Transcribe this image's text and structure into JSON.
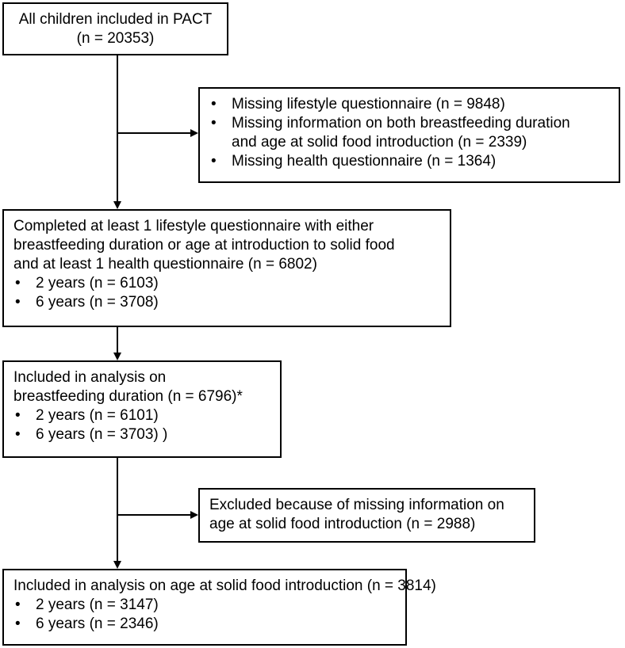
{
  "flowchart": {
    "box_all": {
      "line1": "All children included in PACT",
      "line2": "(n = 20353)"
    },
    "box_excluded_1": {
      "bullets": [
        "Missing lifestyle questionnaire (n = 9848)",
        "Missing information on both breastfeeding duration",
        "and age at solid food introduction (n = 2339)",
        "Missing health questionnaire (n = 1364)"
      ]
    },
    "box_completed": {
      "lines": [
        "Completed at least 1 lifestyle questionnaire with either",
        "breastfeeding duration or age at introduction to solid food",
        "and at least 1 health questionnaire (n = 6802)"
      ],
      "bullets": [
        "2 years (n = 6103)",
        "6 years (n = 3708)"
      ]
    },
    "box_breastfeeding": {
      "lines": [
        "Included in analysis on",
        "breastfeeding duration  (n = 6796)*"
      ],
      "bullets": [
        "2 years (n = 6101)",
        "6 years (n = 3703) )"
      ]
    },
    "box_excluded_2": {
      "lines": [
        "Excluded because of missing information on",
        "age at solid food introduction (n = 2988)"
      ]
    },
    "box_solid_food": {
      "lines": [
        "Included in analysis on age at solid food introduction (n = 3814)"
      ],
      "bullets": [
        "2 years (n = 3147)",
        "6 years (n = 2346)"
      ]
    },
    "bullet_char": "•"
  }
}
